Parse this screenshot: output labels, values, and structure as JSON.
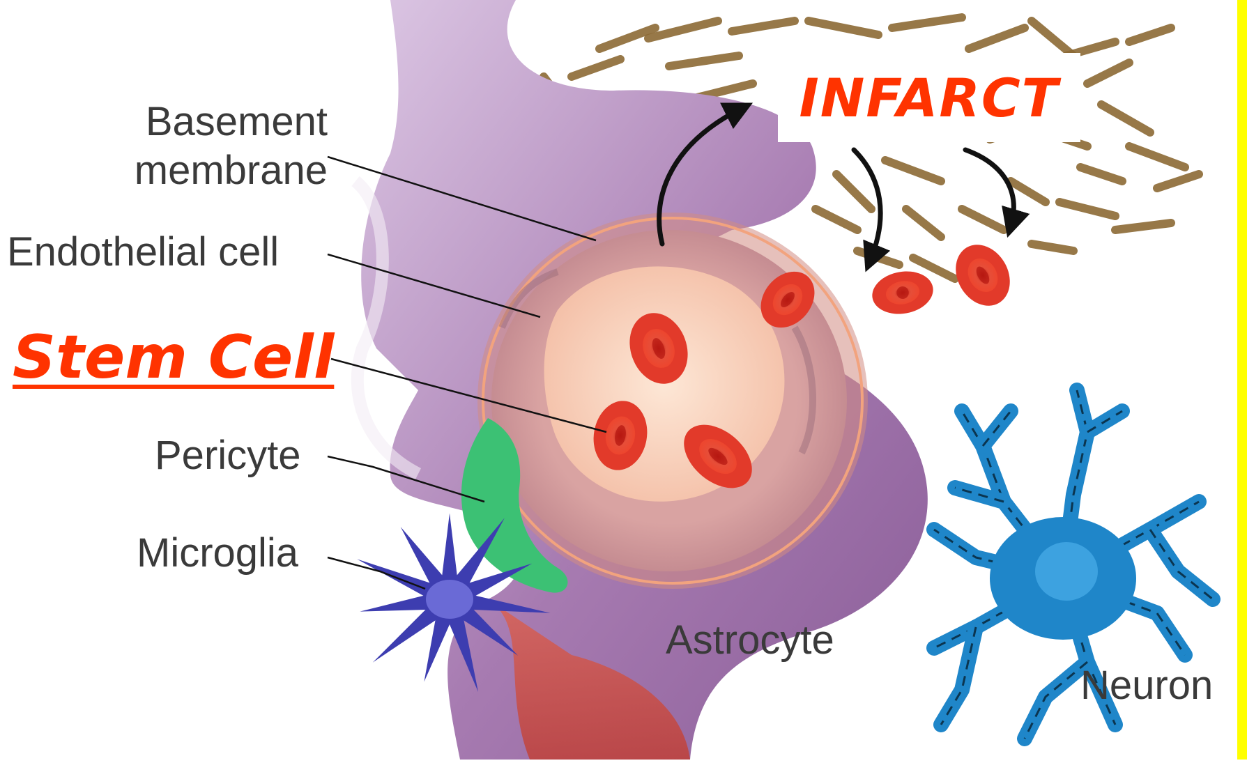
{
  "labels": {
    "basement_membrane_line1": "Basement",
    "basement_membrane_line2": "membrane",
    "endothelial_cell": "Endothelial cell",
    "stem_cell": "Stem Cell",
    "pericyte": "Pericyte",
    "microglia": "Microglia",
    "astrocyte": "Astrocyte",
    "neuron": "Neuron",
    "infarct": "INFARCT"
  },
  "colors": {
    "astrocyte": "#9b6aa3",
    "vessel_wall": "#c98d8a",
    "lumen": "#fbd7c2",
    "red_cell": "#e23a2a",
    "pericyte": "#3cc174",
    "microglia": "#3d3db0",
    "neuron": "#1f86c9",
    "infarct_debris": "#8c6a35",
    "highlight_text": "#ff3300",
    "accent_bar": "#ffff00"
  }
}
